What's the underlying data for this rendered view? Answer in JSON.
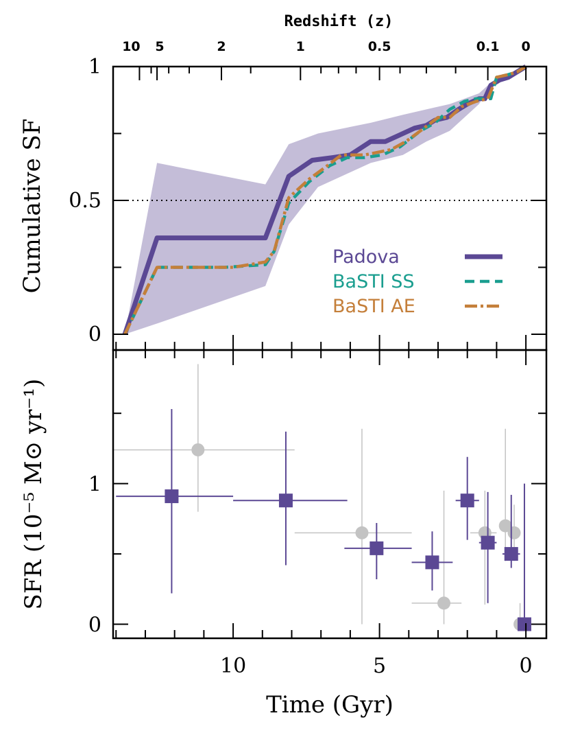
{
  "chart_data": [
    {
      "type": "line",
      "ylabel": "Cumulative SF",
      "ylim": [
        0,
        1
      ],
      "yticks": [
        "0",
        "0.5",
        "1"
      ],
      "xlim": [
        14.1,
        -0.7
      ],
      "top_axis": {
        "label": "Redshift (z)",
        "ticks": [
          {
            "label": "10",
            "t": 13.2
          },
          {
            "label": "5",
            "t": 12.6
          },
          {
            "label": "2",
            "t": 10.4
          },
          {
            "label": "1",
            "t": 7.7
          },
          {
            "label": "0.5",
            "t": 5.0
          },
          {
            "label": "0.1",
            "t": 1.3
          },
          {
            "label": "0",
            "t": 0
          }
        ]
      },
      "reference_line": {
        "y": 0.5,
        "style": "dotted"
      },
      "legend_position": "right-middle",
      "band": {
        "name": "Padova uncertainty",
        "x": [
          13.7,
          12.6,
          8.9,
          8.1,
          7.1,
          5.3,
          4.2,
          3.4,
          2.6,
          1.6,
          1.2,
          0
        ],
        "upper": [
          0.0,
          0.64,
          0.56,
          0.71,
          0.75,
          0.79,
          0.82,
          0.84,
          0.86,
          0.9,
          0.94,
          1.0
        ],
        "lower": [
          0.0,
          0.04,
          0.18,
          0.41,
          0.55,
          0.64,
          0.67,
          0.72,
          0.76,
          0.86,
          0.93,
          1.0
        ]
      },
      "series": [
        {
          "name": "Padova",
          "color": "#5b4894",
          "style": "solid",
          "x": [
            13.7,
            12.6,
            8.9,
            8.1,
            7.3,
            6.6,
            6.0,
            5.3,
            4.8,
            4.4,
            3.8,
            3.4,
            3.1,
            2.7,
            2.3,
            2.0,
            1.6,
            1.4,
            1.2,
            0.9,
            0.6,
            0.3,
            0
          ],
          "y": [
            0.0,
            0.36,
            0.36,
            0.59,
            0.65,
            0.66,
            0.67,
            0.72,
            0.72,
            0.74,
            0.77,
            0.78,
            0.8,
            0.81,
            0.84,
            0.86,
            0.88,
            0.88,
            0.93,
            0.95,
            0.96,
            0.98,
            1.0
          ]
        },
        {
          "name": "BaSTI SS",
          "color": "#1a9e8f",
          "style": "dashed",
          "x": [
            13.7,
            12.6,
            10.3,
            8.9,
            8.6,
            8.1,
            7.4,
            6.7,
            6.1,
            5.5,
            4.9,
            4.3,
            3.6,
            3.1,
            2.6,
            2.1,
            1.7,
            1.2,
            1.0,
            0.6,
            0.3,
            0
          ],
          "y": [
            0.0,
            0.25,
            0.25,
            0.26,
            0.31,
            0.49,
            0.57,
            0.63,
            0.66,
            0.66,
            0.67,
            0.7,
            0.76,
            0.79,
            0.84,
            0.87,
            0.88,
            0.88,
            0.96,
            0.97,
            0.98,
            1.0
          ]
        },
        {
          "name": "BaSTI AE",
          "color": "#c47f3a",
          "style": "dashdot",
          "x": [
            13.7,
            12.6,
            10.0,
            8.9,
            8.6,
            8.1,
            7.4,
            6.9,
            6.3,
            5.5,
            4.6,
            4.1,
            3.6,
            3.0,
            2.6,
            2.2,
            1.7,
            1.3,
            1.0,
            0.6,
            0.3,
            0
          ],
          "y": [
            0.0,
            0.25,
            0.25,
            0.27,
            0.31,
            0.51,
            0.58,
            0.62,
            0.67,
            0.67,
            0.69,
            0.72,
            0.76,
            0.81,
            0.81,
            0.85,
            0.87,
            0.88,
            0.96,
            0.97,
            0.98,
            1.0
          ]
        }
      ]
    },
    {
      "type": "scatter",
      "xlabel": "Time (Gyr)",
      "ylabel": "SFR (10⁻⁵ M⊙ yr⁻¹)",
      "ylim": [
        -0.1,
        1.95
      ],
      "xlim": [
        14.1,
        -0.7
      ],
      "xticks": [
        "10",
        "5",
        "0"
      ],
      "yticks": [
        "0",
        "1"
      ],
      "series": [
        {
          "name": "Padova",
          "color": "#5b4894",
          "marker": "square",
          "points": [
            {
              "x": 12.1,
              "y": 0.91,
              "xlo": 14.0,
              "xhi": 10.0,
              "ylo": 0.22,
              "yhi": 1.53
            },
            {
              "x": 8.2,
              "y": 0.88,
              "xlo": 10.0,
              "xhi": 6.1,
              "ylo": 0.42,
              "yhi": 1.37
            },
            {
              "x": 5.1,
              "y": 0.54,
              "xlo": 6.2,
              "xhi": 3.9,
              "ylo": 0.32,
              "yhi": 0.72
            },
            {
              "x": 3.2,
              "y": 0.44,
              "xlo": 3.9,
              "xhi": 2.5,
              "ylo": 0.24,
              "yhi": 0.66
            },
            {
              "x": 2.0,
              "y": 0.88,
              "xlo": 2.4,
              "xhi": 1.6,
              "ylo": 0.6,
              "yhi": 1.19
            },
            {
              "x": 1.3,
              "y": 0.58,
              "xlo": 1.6,
              "xhi": 1.0,
              "ylo": 0.15,
              "yhi": 0.94
            },
            {
              "x": 0.5,
              "y": 0.5,
              "xlo": 0.8,
              "xhi": 0.2,
              "ylo": 0.4,
              "yhi": 0.92
            },
            {
              "x": 0.05,
              "y": 0.0,
              "xlo": 0.2,
              "xhi": 0.0,
              "ylo": 0.0,
              "yhi": 1.0
            }
          ]
        },
        {
          "name": "BaSTI",
          "color": "#c3c3c3",
          "marker": "circle",
          "points": [
            {
              "x": 11.2,
              "y": 1.24,
              "xlo": 14.1,
              "xhi": 7.9,
              "ylo": 0.8,
              "yhi": 1.85
            },
            {
              "x": 5.6,
              "y": 0.65,
              "xlo": 7.9,
              "xhi": 3.9,
              "ylo": 0.0,
              "yhi": 1.39
            },
            {
              "x": 2.8,
              "y": 0.15,
              "xlo": 3.9,
              "xhi": 2.2,
              "ylo": 0.0,
              "yhi": 0.95
            },
            {
              "x": 1.4,
              "y": 0.65,
              "xlo": 1.9,
              "xhi": 1.0,
              "ylo": 0.14,
              "yhi": 0.95
            },
            {
              "x": 0.7,
              "y": 0.7,
              "xlo": 0.9,
              "xhi": 0.5,
              "ylo": 0.45,
              "yhi": 1.39
            },
            {
              "x": 0.4,
              "y": 0.65,
              "xlo": 0.6,
              "xhi": 0.2,
              "ylo": 0.45,
              "yhi": 0.85
            },
            {
              "x": 0.2,
              "y": 0.0,
              "xlo": 0.2,
              "xhi": 0.2,
              "ylo": 0.0,
              "yhi": 0.15
            }
          ]
        }
      ]
    }
  ]
}
